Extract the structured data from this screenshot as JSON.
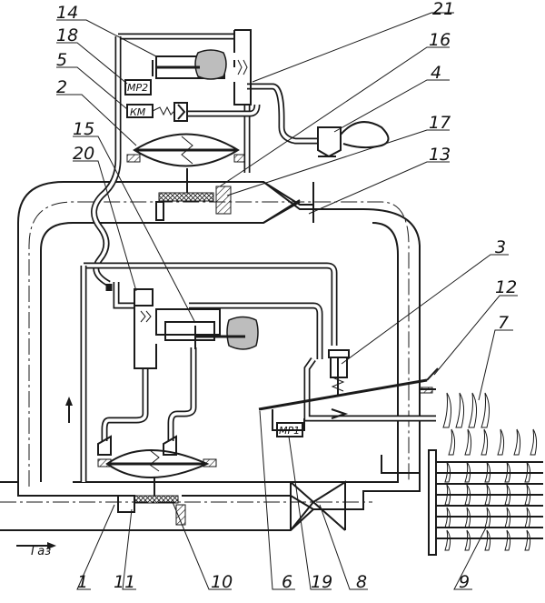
{
  "labels": {
    "n1": "1",
    "n2": "2",
    "n3": "3",
    "n4": "4",
    "n5": "5",
    "n6": "6",
    "n7": "7",
    "n8": "8",
    "n9": "9",
    "n10": "10",
    "n11": "11",
    "n12": "12",
    "n13": "13",
    "n14": "14",
    "n15": "15",
    "n16": "16",
    "n17": "17",
    "n18": "18",
    "n19": "19",
    "n20": "20",
    "n21": "21"
  },
  "boxes": {
    "mp2": "МР2",
    "km": "КМ",
    "mp1": "МР1"
  },
  "gas": "Газ"
}
